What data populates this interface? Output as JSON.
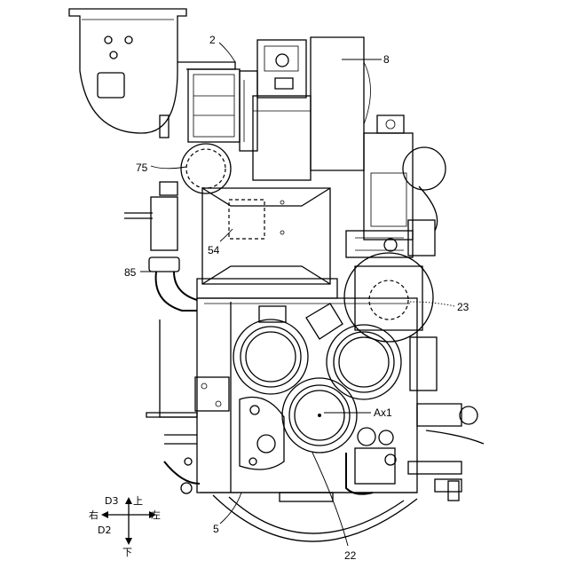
{
  "labels": {
    "l2": "2",
    "l8": "8",
    "l75": "75",
    "l54": "54",
    "l85": "85",
    "l23": "23",
    "lAx1": "Ax1",
    "l5": "5",
    "l22": "22"
  },
  "directions": {
    "d3": "D3",
    "d2": "D2",
    "up": "上",
    "down": "下",
    "right": "右",
    "left": "左"
  }
}
